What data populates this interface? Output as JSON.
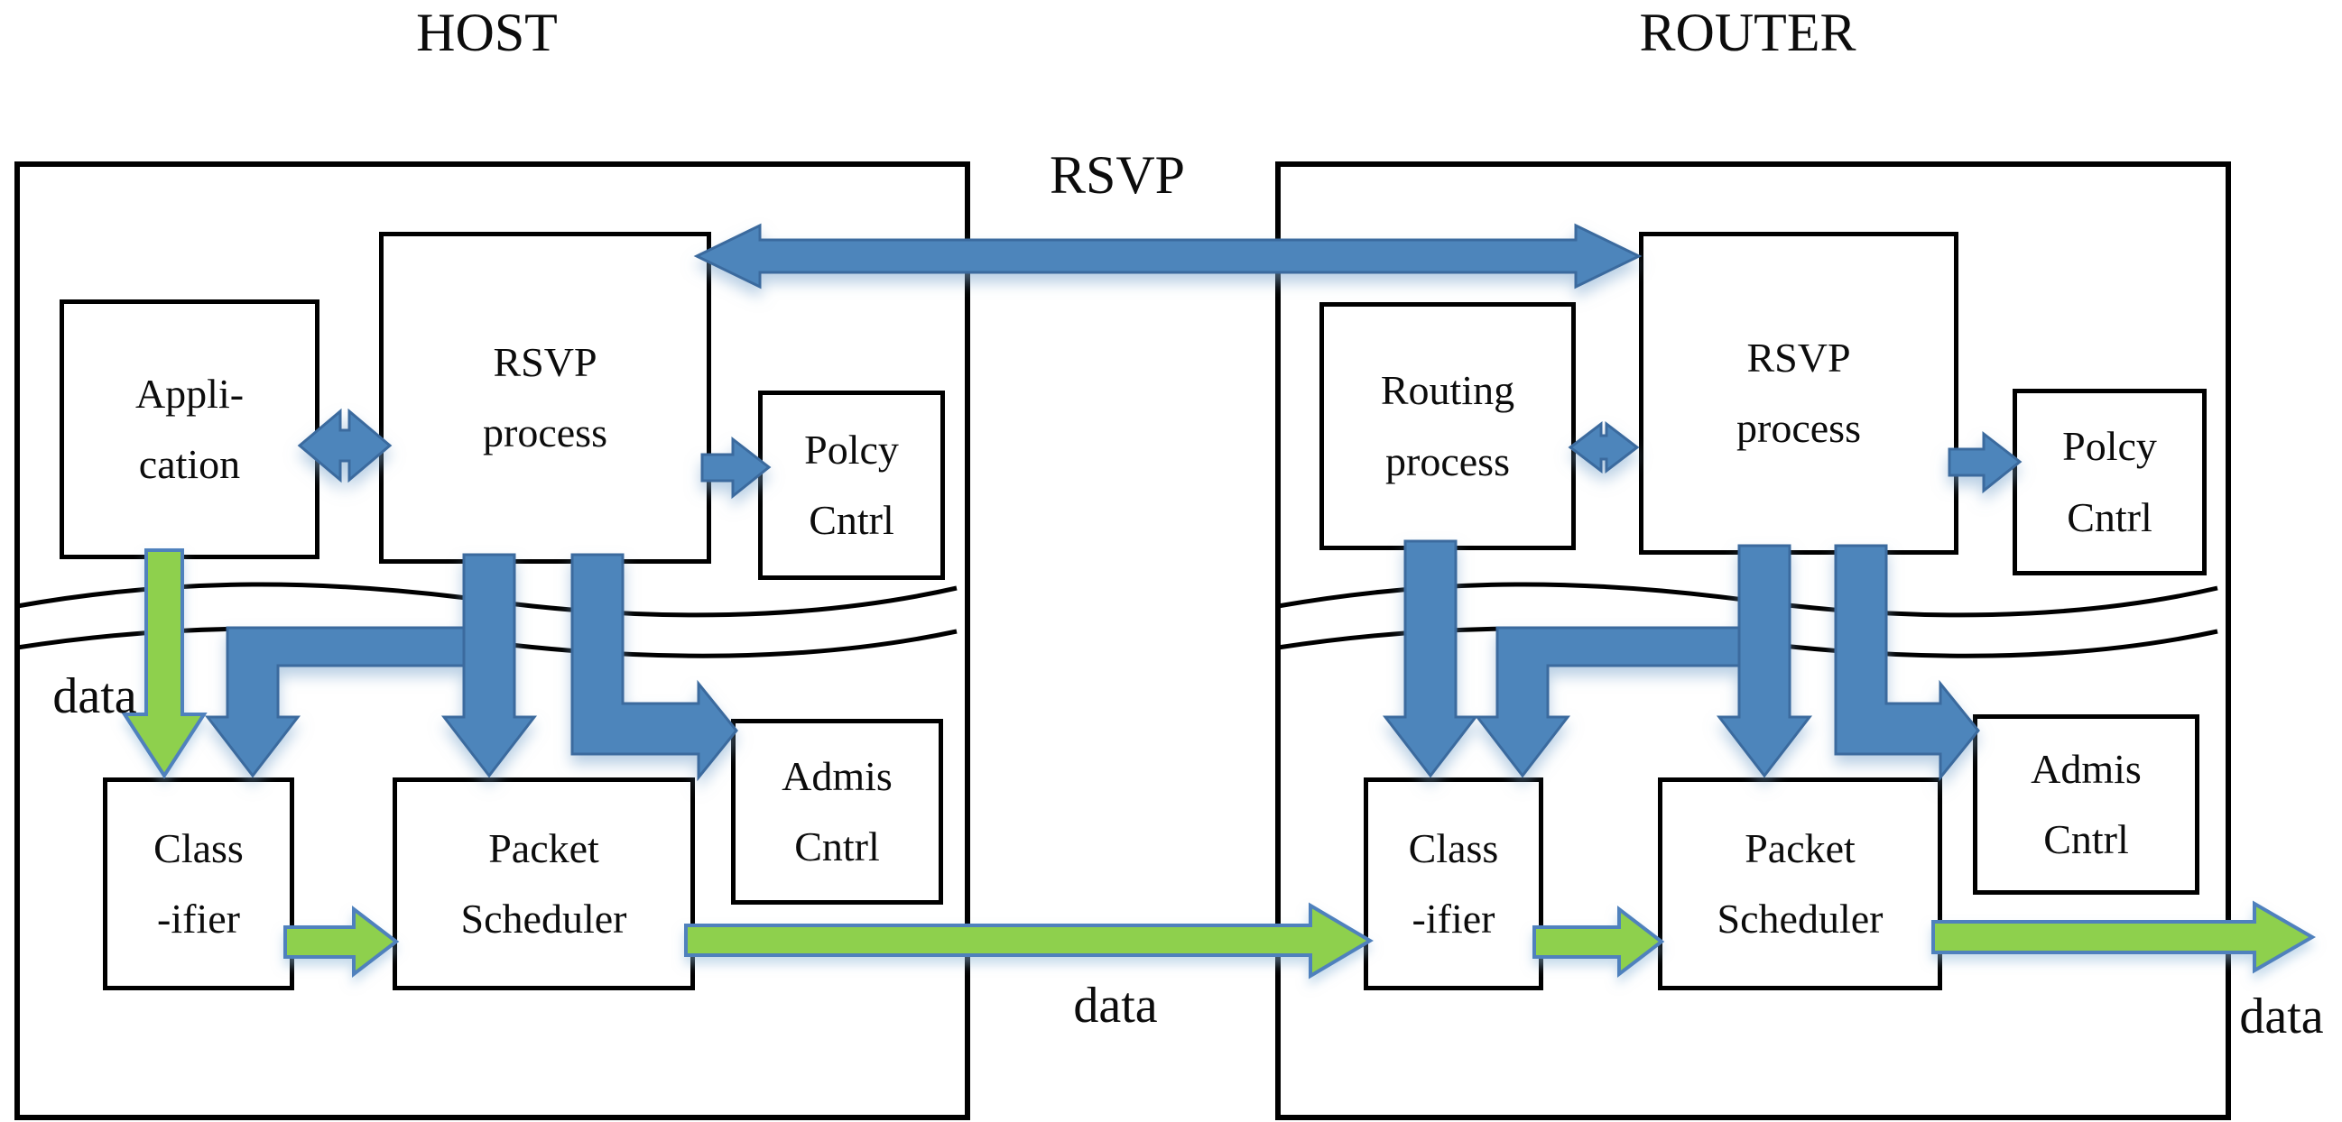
{
  "host": {
    "title": "HOST",
    "labels": {
      "application": "Appli-\ncation",
      "rsvp_process": "RSVP\nprocess",
      "policy_control": "Polcy\nCntrl",
      "admission_control": "Admis\nCntrl",
      "classifier": "Class\n-ifier",
      "packet_scheduler": "Packet\nScheduler"
    },
    "incoming_data_label": "data"
  },
  "router": {
    "title": "ROUTER",
    "labels": {
      "routing_process": "Routing\nprocess",
      "rsvp_process": "RSVP\nprocess",
      "policy_control": "Polcy\nCntrl",
      "admission_control": "Admis\nCntrl",
      "classifier": "Class\n-ifier",
      "packet_scheduler": "Packet\nScheduler"
    }
  },
  "connections": {
    "rsvp_link_label": "RSVP",
    "host_to_router_data_label": "data",
    "router_output_data_label": "data"
  },
  "colors": {
    "arrow-blue": "#4e85bb",
    "arrow-blue-border": "#3a6b9e",
    "arrow-green": "#8ed04e",
    "arrow-green-border": "#4f81bd",
    "diagram-line": "#000000",
    "page-bg": "#ffffff"
  }
}
